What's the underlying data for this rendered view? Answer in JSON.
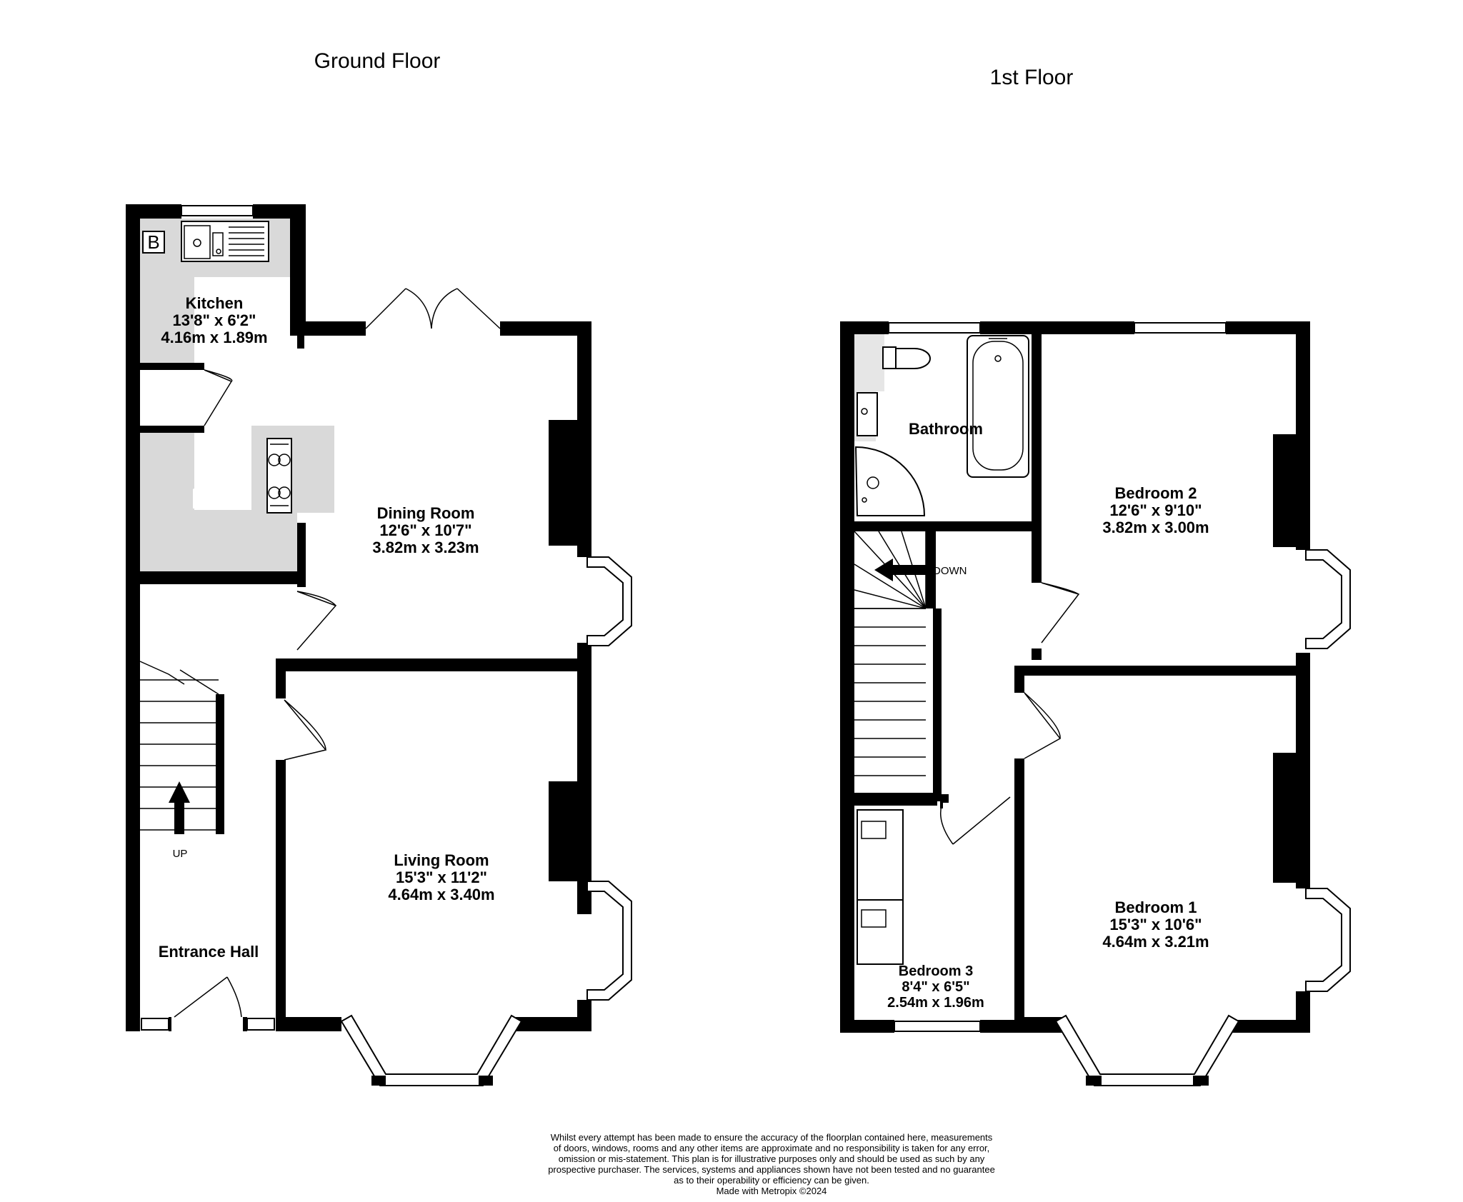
{
  "floors": [
    {
      "title": "Ground Floor",
      "rooms": [
        {
          "name": "Kitchen",
          "imperial": "13'8\"  x 6'2\"",
          "metric": "4.16m  x 1.89m"
        },
        {
          "name": "Dining Room",
          "imperial": "12'6\"  x 10'7\"",
          "metric": "3.82m  x 3.23m"
        },
        {
          "name": "Living Room",
          "imperial": "15'3\"  x 11'2\"",
          "metric": "4.64m  x 3.40m"
        },
        {
          "name": "Entrance Hall"
        }
      ],
      "labels": {
        "boiler": "B",
        "stairs": "UP"
      }
    },
    {
      "title": "1st Floor",
      "rooms": [
        {
          "name": "Bathroom"
        },
        {
          "name": "Bedroom 2",
          "imperial": "12'6\"  x 9'10\"",
          "metric": "3.82m  x 3.00m"
        },
        {
          "name": "Bedroom 1",
          "imperial": "15'3\"  x 10'6\"",
          "metric": "4.64m  x 3.21m"
        },
        {
          "name": "Bedroom 3",
          "imperial": "8'4\"  x 6'5\"",
          "metric": "2.54m  x 1.96m"
        }
      ],
      "labels": {
        "stairs": "DOWN"
      }
    }
  ],
  "disclaimer": [
    "Whilst every attempt has been made to ensure the accuracy of the floorplan contained here, measurements",
    "of doors, windows, rooms and any other items are approximate and no responsibility is taken for any error,",
    "omission or mis-statement. This plan is for illustrative purposes only and should be used as such by any",
    "prospective purchaser. The services, systems and appliances shown have not been tested and no guarantee",
    "as to their operability or efficiency can be given.",
    "Made with Metropix ©2024"
  ],
  "colors": {
    "wall": "#000000",
    "fill": "#d9d9d9",
    "background": "#ffffff"
  }
}
